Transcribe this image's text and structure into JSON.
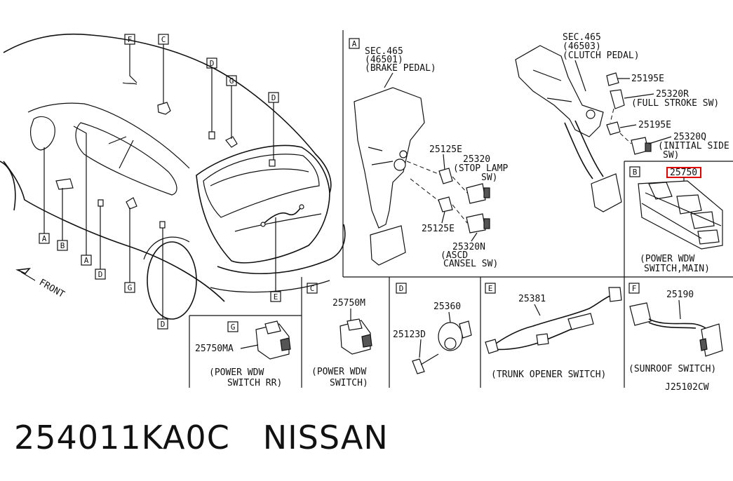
{
  "callout_boxes": {
    "top_F": "F",
    "top_C": "C",
    "top_D1": "D",
    "top_G": "G",
    "top_D2": "D",
    "bot_A1": "A",
    "bot_B": "B",
    "bot_A2": "A",
    "bot_D1": "D",
    "bot_G": "G",
    "bot_D2": "D",
    "bot_E": "E"
  },
  "front_label": "FRONT",
  "panel_A": {
    "letter": "A",
    "sec_brake": [
      "SEC.465",
      "(46501)",
      "(BRAKE PEDAL)"
    ],
    "p25125e_top": "25125E",
    "p25320": [
      "25320",
      "(STOP LAMP",
      "SW)"
    ],
    "p25125e_bot": "25125E",
    "p25320n": [
      "25320N",
      "(ASCD",
      "CANSEL SW)"
    ],
    "sec_clutch": [
      "SEC.465",
      "(46503)",
      "(CLUTCH PEDAL)"
    ],
    "p25195e_top": "25195E",
    "p25320r": [
      "25320R",
      "(FULL STROKE SW)"
    ],
    "p25195e_bot": "25195E",
    "p25320q": [
      "25320Q",
      "(INITIAL SIDE",
      "SW)"
    ]
  },
  "panel_B": {
    "letter": "B",
    "part": "25750",
    "caption": [
      "(POWER WDW",
      "SWITCH,MAIN)"
    ],
    "highlight_color": "#e00000"
  },
  "panel_G": {
    "letter": "G",
    "part": "25750MA",
    "caption": [
      "(POWER WDW",
      "SWITCH RR)"
    ]
  },
  "panel_C": {
    "letter": "C",
    "part": "25750M",
    "caption": [
      "(POWER WDW",
      "SWITCH)"
    ]
  },
  "panel_D": {
    "letter": "D",
    "part_top": "25360",
    "part_left": "25123D"
  },
  "panel_E": {
    "letter": "E",
    "part": "25381",
    "caption": "(TRUNK OPENER SWITCH)"
  },
  "panel_F": {
    "letter": "F",
    "part": "25190",
    "caption": "(SUNROOF SWITCH)"
  },
  "diagram_code": "J25102CW",
  "footer": {
    "part_number": "254011KA0C",
    "brand": "NISSAN"
  }
}
